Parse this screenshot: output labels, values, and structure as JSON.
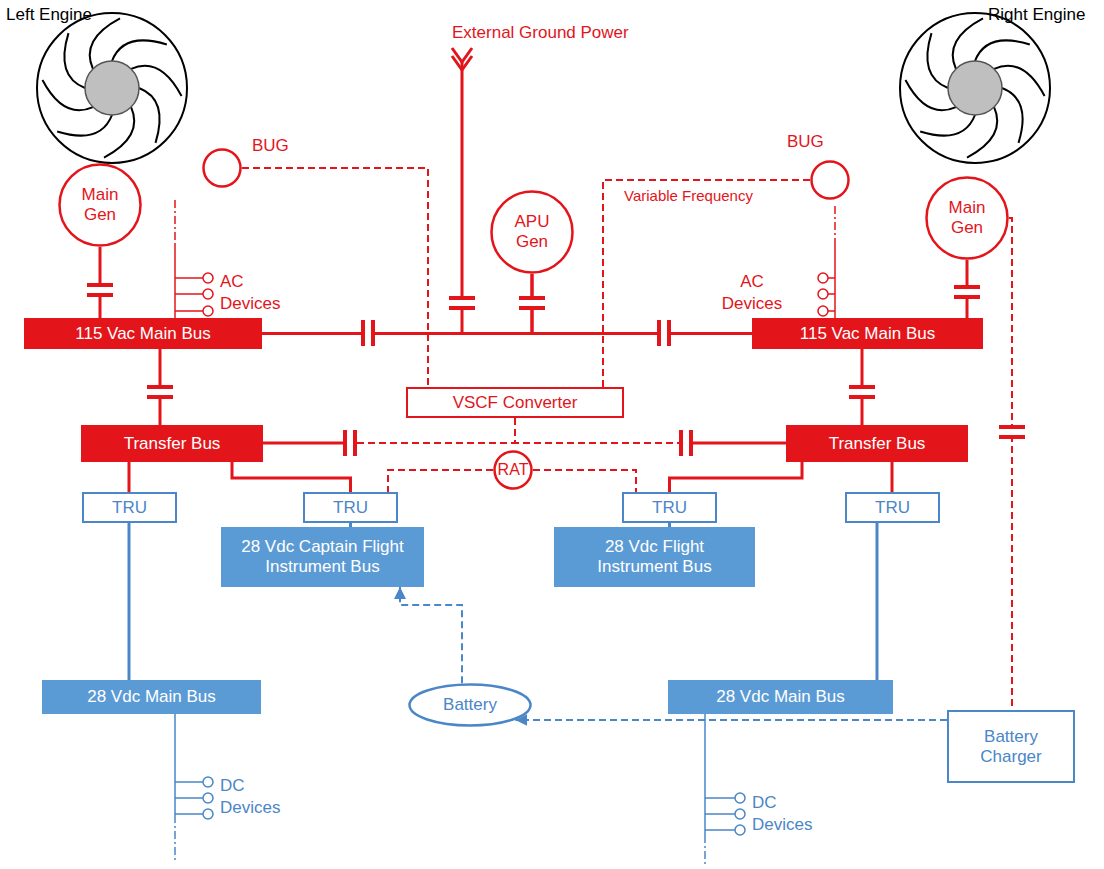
{
  "diagram": {
    "nodes": [
      {
        "text": [
          "Main Gen"
        ]
      },
      {
        "text": [
          "BUG"
        ]
      },
      {
        "text": [
          "APU Gen"
        ]
      },
      {
        "text": [
          "BUG"
        ]
      },
      {
        "text": [
          "Main Gen"
        ]
      },
      {
        "text": [
          "115 Vac Main Bus"
        ]
      },
      {
        "text": [
          "115 Vac Main Bus"
        ]
      },
      {
        "text": [
          "VSCF Converter"
        ]
      },
      {
        "text": [
          "Transfer Bus"
        ]
      },
      {
        "text": [
          "Transfer Bus"
        ]
      },
      {
        "text": [
          "RAT"
        ]
      },
      {
        "text": [
          "TRU"
        ]
      },
      {
        "text": [
          "TRU"
        ]
      },
      {
        "text": [
          "TRU"
        ]
      },
      {
        "text": [
          "TRU"
        ]
      },
      {
        "text": [
          "28 Vdc Captain Flight Instrument Bus"
        ]
      },
      {
        "text": [
          "28 Vdc Flight Instrument Bus"
        ]
      },
      {
        "text": [
          "28 Vdc Main Bus"
        ]
      },
      {
        "text": [
          "28 Vdc Main Bus"
        ]
      },
      {
        "text": [
          "Battery"
        ]
      },
      {
        "text": [
          "Battery Charger"
        ]
      }
    ],
    "edges": [
      {
        "from": 0,
        "to": 5,
        "arrow": "none"
      },
      {
        "from": 1,
        "to": 7,
        "arrow": "none"
      },
      {
        "from": 2,
        "to": 5,
        "arrow": "none"
      },
      {
        "from": 2,
        "to": 6,
        "arrow": "none"
      },
      {
        "from": 5,
        "to": 6,
        "arrow": "none"
      },
      {
        "from": 3,
        "to": 7,
        "label": "Variable Frequency",
        "arrow": "none"
      },
      {
        "from": 4,
        "to": 6,
        "arrow": "none"
      },
      {
        "from": 4,
        "to": 20,
        "arrow": "none"
      },
      {
        "from": 5,
        "to": 8,
        "arrow": "none"
      },
      {
        "from": 6,
        "to": 9,
        "arrow": "none"
      },
      {
        "from": 7,
        "to": 8,
        "arrow": "none"
      },
      {
        "from": 7,
        "to": 9,
        "arrow": "none"
      },
      {
        "from": 8,
        "to": 11,
        "arrow": "none"
      },
      {
        "from": 8,
        "to": 12,
        "arrow": "none"
      },
      {
        "from": 9,
        "to": 13,
        "arrow": "none"
      },
      {
        "from": 9,
        "to": 14,
        "arrow": "none"
      },
      {
        "from": 10,
        "to": 12,
        "arrow": "none"
      },
      {
        "from": 10,
        "to": 13,
        "arrow": "none"
      },
      {
        "from": 11,
        "to": 17,
        "arrow": "none"
      },
      {
        "from": 12,
        "to": 15,
        "arrow": "none"
      },
      {
        "from": 13,
        "to": 16,
        "arrow": "none"
      },
      {
        "from": 14,
        "to": 18,
        "arrow": "none"
      },
      {
        "from": 19,
        "to": 15,
        "arrow": "to"
      },
      {
        "from": 20,
        "to": 19,
        "arrow": "to"
      }
    ],
    "labels": [
      "Left Engine",
      "Right Engine",
      "External Ground Power",
      "AC Devices",
      "AC Devices",
      "DC Devices",
      "DC Devices"
    ]
  }
}
